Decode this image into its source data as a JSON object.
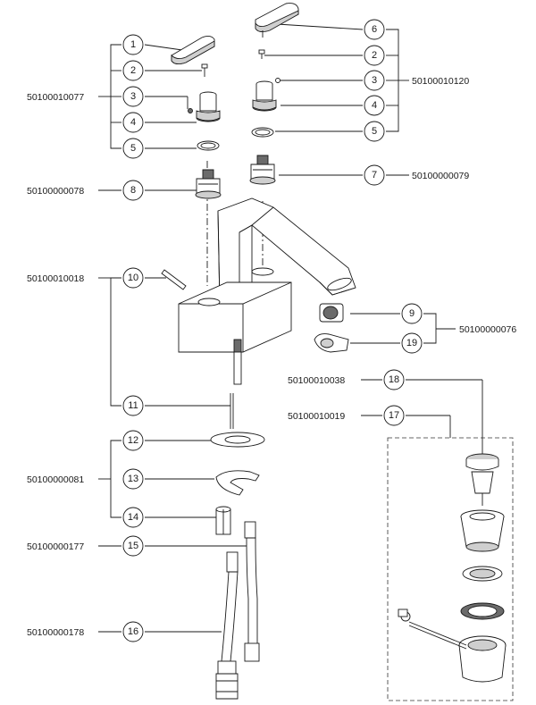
{
  "callouts": {
    "c1": "1",
    "c2": "2",
    "c3": "3",
    "c4": "4",
    "c5": "5",
    "c6": "6",
    "c2r": "2",
    "c3r": "3",
    "c4r": "4",
    "c5r": "5",
    "c7": "7",
    "c8": "8",
    "c9": "9",
    "c10": "10",
    "c11": "11",
    "c12": "12",
    "c13": "13",
    "c14": "14",
    "c15": "15",
    "c16": "16",
    "c17": "17",
    "c18": "18",
    "c19": "19"
  },
  "part_numbers": {
    "left_handle_set": "50100010077",
    "right_handle_set": "50100010120",
    "cartridge_left": "50100000078",
    "cartridge_right": "50100000079",
    "body": "50100010018",
    "aerator": "50100000076",
    "popup_stopper": "50100010038",
    "drain_assembly": "50100010019",
    "mounting_kit": "50100000081",
    "supply_connector": "50100000177",
    "supply_hose": "50100000178"
  }
}
